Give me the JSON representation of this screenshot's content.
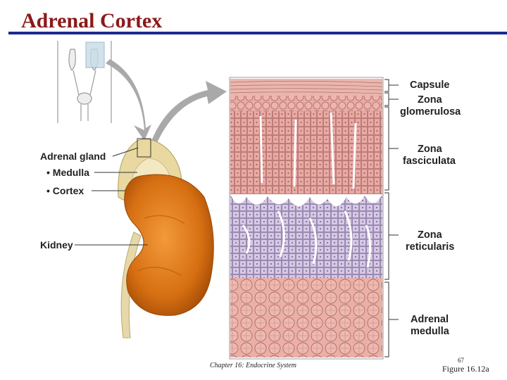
{
  "title": "Adrenal Cortex",
  "left_labels": {
    "adrenal_gland": "Adrenal gland",
    "medulla": "• Medulla",
    "cortex": "• Cortex",
    "kidney": "Kidney"
  },
  "right_labels": {
    "capsule": "Capsule",
    "zona_glomerulosa_1": "Zona",
    "zona_glomerulosa_2": "glomerulosa",
    "zona_fasciculata_1": "Zona",
    "zona_fasciculata_2": "fasciculata",
    "zona_reticularis_1": "Zona",
    "zona_reticularis_2": "reticularis",
    "adrenal_medulla_1": "Adrenal",
    "adrenal_medulla_2": "medulla"
  },
  "footer": {
    "chapter": "Chapter 16: Endocrine System",
    "page": "67",
    "figure": "Figure 16.12a"
  },
  "colors": {
    "title": "#8b1a1a",
    "rule": "#1e2a8c",
    "kidney": "#d9731a",
    "adrenal_cortex": "#e9d9a0",
    "pink_tissue": "#e6a7a2",
    "lavender_tissue": "#d3c4e2",
    "arrow": "#a9a9a9"
  }
}
